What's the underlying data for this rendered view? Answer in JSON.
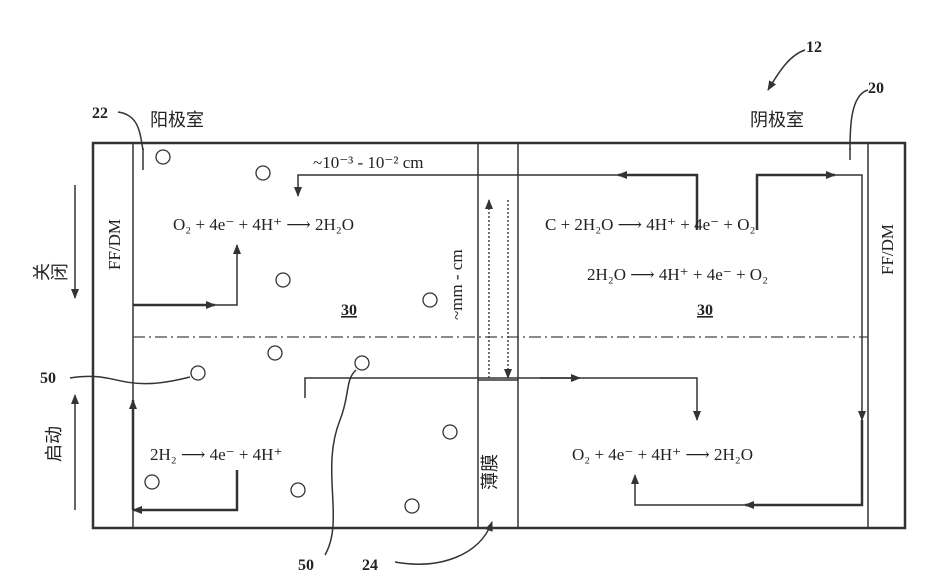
{
  "refs": {
    "device": "12",
    "cathode_layer": "20",
    "anode_layer": "22",
    "membrane": "24",
    "particle_a": "50",
    "particle_b": "50",
    "chamber_left": "30",
    "chamber_right": "30"
  },
  "chambers": {
    "anode": "阳极室",
    "cathode": "阴极室"
  },
  "modes": {
    "shutdown": "关闭",
    "startup": "启动"
  },
  "layers": {
    "left": "FF/DM",
    "right": "FF/DM"
  },
  "membrane_label": "薄膜",
  "dimensions": {
    "gap": "~10⁻³ - 10⁻² cm",
    "membrane_width": "~mm - cm"
  },
  "equations": {
    "anode_shutdown": "O₂ + 4e⁻ + 4H⁺ ⟶ 2H₂O",
    "cathode_shutdown_1": "C + 2H₂O ⟶ 4H⁺ + 4e⁻ + O₂",
    "cathode_shutdown_2": "2H₂O ⟶ 4H⁺ + 4e⁻ + O₂",
    "anode_startup": "2H₂ ⟶ 4e⁻ + 4H⁺",
    "cathode_startup": "O₂ + 4e⁻ + 4H⁺ ⟶ 2H₂O"
  }
}
